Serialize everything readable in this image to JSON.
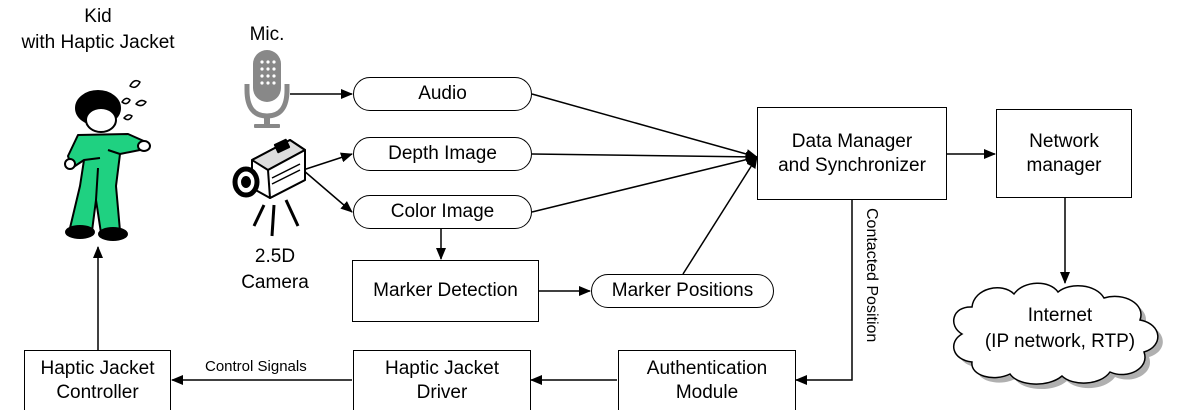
{
  "labels": {
    "kid_line1": "Kid",
    "kid_line2": "with Haptic Jacket",
    "mic": "Mic.",
    "camera_line1": "2.5D",
    "camera_line2": "Camera",
    "control_signals": "Control Signals",
    "contacted_position": "Contacted Position"
  },
  "nodes": {
    "audio": "Audio",
    "depth_image": "Depth Image",
    "color_image": "Color Image",
    "marker_positions": "Marker Positions",
    "marker_detection": "Marker Detection",
    "data_manager_line1": "Data Manager",
    "data_manager_line2": "and Synchronizer",
    "network_manager_line1": "Network",
    "network_manager_line2": "manager",
    "internet_line1": "Internet",
    "internet_line2": "(IP network, RTP)",
    "auth_line1": "Authentication",
    "auth_line2": "Module",
    "driver_line1": "Haptic Jacket",
    "driver_line2": "Driver",
    "controller_line1": "Haptic Jacket",
    "controller_line2": "Controller"
  },
  "icons": [
    "kid-figure-icon",
    "microphone-icon",
    "camera-icon",
    "cloud-icon"
  ],
  "colors": {
    "jacket": "#1fd181",
    "line": "#000000",
    "cloud_shadow": "#b0b0b0"
  }
}
